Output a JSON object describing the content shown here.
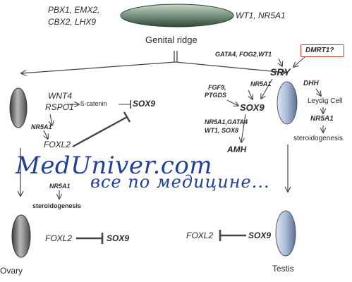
{
  "genital_ridge": {
    "label": "Genital ridge",
    "factors_left": [
      "PBX1, EMX2,",
      "CBX2, LHX9"
    ],
    "factors_right": "WT1, NR5A1"
  },
  "dmrt1": "DMRT1?",
  "male_upstream": "GATA4, FOG2,WT1",
  "sry": "SRY",
  "nr5a1_male": "NR5A1",
  "fgf9_ptgds": [
    "FGF9,",
    "PTGDS"
  ],
  "sox9_male": "SOX9",
  "nr5a1_gata4": [
    "NR5A1,GATA4",
    "WT1, SOX8"
  ],
  "amh": "AMH",
  "dhh": "DHH",
  "leydig": "Leydig Cell",
  "nr5a1_leydig": "NR5A1",
  "steroidogenesis_male": "steroidogenesis",
  "female": {
    "wnt4": "WNT4",
    "rspo1": "RSPO1",
    "bcatenin": "ß-catenin",
    "sox9": "SOX9",
    "nr5a1": "NR5A1",
    "foxl2": "FOXL2",
    "nr5a1_lower": "NR5A1",
    "steroidogenesis": "steroidogenesis"
  },
  "ovary": {
    "foxl2": "FOXL2",
    "sox9": "SOX9",
    "label": "Ovary"
  },
  "testis": {
    "foxl2": "FOXL2",
    "sox9": "SOX9",
    "label": "Testis"
  },
  "watermark": {
    "line1": "MedUniver.com",
    "line2": "все по медицине..."
  }
}
